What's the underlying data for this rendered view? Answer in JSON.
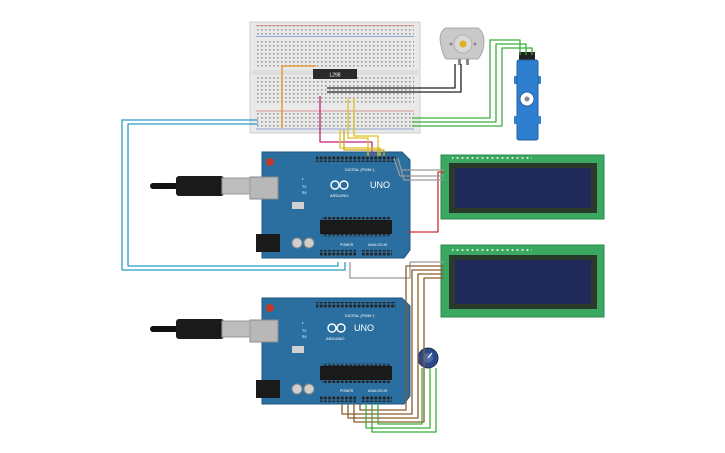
{
  "breadboard": {
    "chip_label": "L298"
  },
  "arduino_top": {
    "brand": "ARDUINO",
    "model": "UNO",
    "digital_label": "DIGITAL (PWM~)",
    "power_label": "POWER",
    "analog_label": "ANALOG IN",
    "tx_label": "TX",
    "rx_label": "RX",
    "l_label": "L"
  },
  "arduino_bottom": {
    "brand": "ARDUINO",
    "model": "UNO",
    "digital_label": "DIGITAL (PWM~)",
    "power_label": "POWER",
    "analog_label": "ANALOG IN",
    "tx_label": "TX",
    "rx_label": "RX",
    "l_label": "L"
  },
  "lcd_top": {},
  "lcd_bottom": {},
  "colors": {
    "background": "#ffffff",
    "arduino_board": "#2b6fa0",
    "breadboard": "#e8e8e8",
    "lcd_pcb": "#3aa860",
    "lcd_screen": "#1f2a5a",
    "servo": "#2f7fd0",
    "wire_blue": "#2a9ec8",
    "wire_green": "#3ab03a",
    "wire_yellow": "#e0c020",
    "wire_orange": "#e69020",
    "wire_red": "#d03030",
    "wire_black": "#222222",
    "wire_brown": "#8a5a2a",
    "wire_gray": "#9a9a9a",
    "wire_magenta": "#c02080"
  },
  "icons": [
    "usb-cable-icon",
    "dc-motor-icon",
    "servo-icon",
    "potentiometer-icon",
    "arduino-infinity-logo-icon"
  ]
}
